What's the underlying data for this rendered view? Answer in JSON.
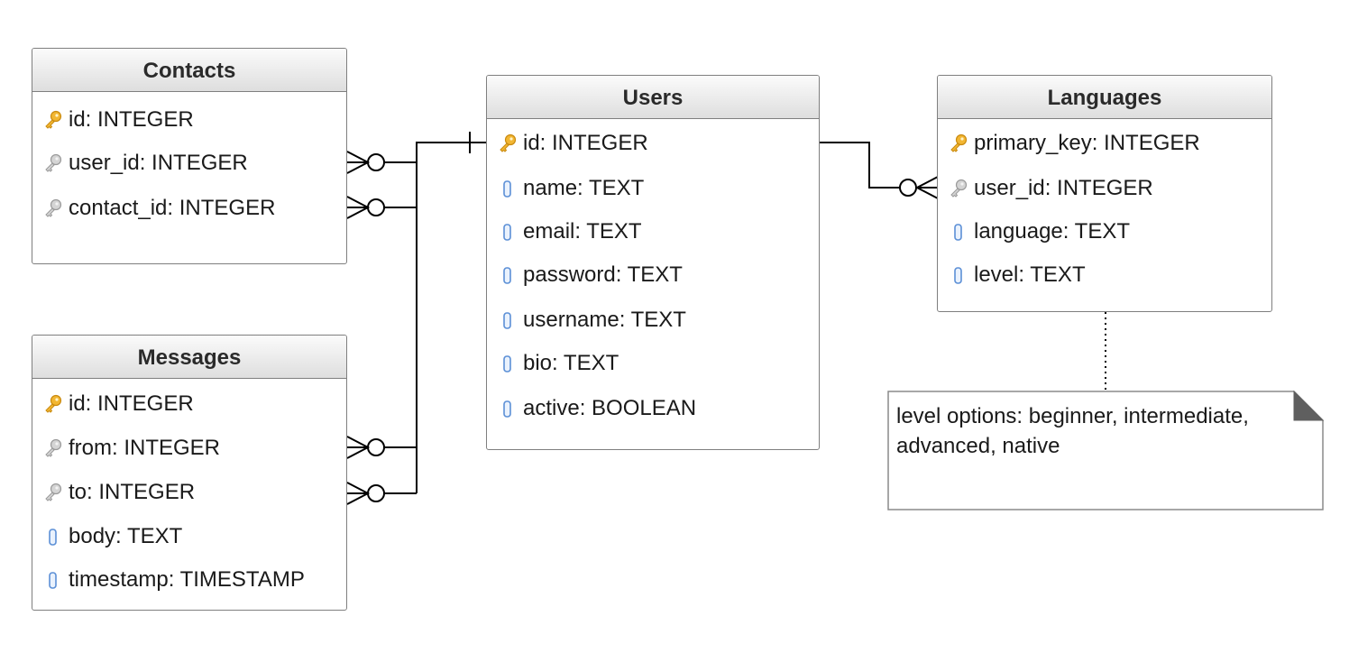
{
  "entities": {
    "contacts": {
      "title": "Contacts",
      "fields": [
        {
          "label": "id: INTEGER",
          "kind": "primary-key"
        },
        {
          "label": "user_id: INTEGER",
          "kind": "foreign-key"
        },
        {
          "label": "contact_id: INTEGER",
          "kind": "foreign-key"
        }
      ]
    },
    "users": {
      "title": "Users",
      "fields": [
        {
          "label": "id: INTEGER",
          "kind": "primary-key"
        },
        {
          "label": "name: TEXT",
          "kind": "column"
        },
        {
          "label": "email: TEXT",
          "kind": "column"
        },
        {
          "label": "password: TEXT",
          "kind": "column"
        },
        {
          "label": "username: TEXT",
          "kind": "column"
        },
        {
          "label": "bio: TEXT",
          "kind": "column"
        },
        {
          "label": "active: BOOLEAN",
          "kind": "column"
        }
      ]
    },
    "languages": {
      "title": "Languages",
      "fields": [
        {
          "label": "primary_key: INTEGER",
          "kind": "primary-key"
        },
        {
          "label": "user_id: INTEGER",
          "kind": "foreign-key"
        },
        {
          "label": "language: TEXT",
          "kind": "column"
        },
        {
          "label": "level: TEXT",
          "kind": "column"
        }
      ]
    },
    "messages": {
      "title": "Messages",
      "fields": [
        {
          "label": "id: INTEGER",
          "kind": "primary-key"
        },
        {
          "label": "from: INTEGER",
          "kind": "foreign-key"
        },
        {
          "label": "to: INTEGER",
          "kind": "foreign-key"
        },
        {
          "label": "body: TEXT",
          "kind": "column"
        },
        {
          "label": "timestamp: TIMESTAMP",
          "kind": "column"
        }
      ]
    }
  },
  "note": {
    "text": "level options: beginner, intermediate, advanced, native"
  },
  "relationships": [
    {
      "from": "contacts.user_id",
      "to": "users.id",
      "cardinality": "zero-or-many to one"
    },
    {
      "from": "contacts.contact_id",
      "to": "users.id",
      "cardinality": "zero-or-many to one"
    },
    {
      "from": "messages.from",
      "to": "users.id",
      "cardinality": "zero-or-many to one"
    },
    {
      "from": "messages.to",
      "to": "users.id",
      "cardinality": "zero-or-many to one"
    },
    {
      "from": "languages.user_id",
      "to": "users.id",
      "cardinality": "zero-or-many to one"
    }
  ],
  "icons": {
    "primary-key": "key-icon-gold",
    "foreign-key": "key-icon-gray",
    "column": "column-icon-blue"
  },
  "colors": {
    "primary_key_icon": "#e8a317",
    "foreign_key_icon": "#a8a8a8",
    "column_icon": "#5b8fd6",
    "entity_border": "#7f7f7f",
    "header_gradient_top": "#fbfbfb",
    "header_gradient_bottom": "#dedede"
  }
}
